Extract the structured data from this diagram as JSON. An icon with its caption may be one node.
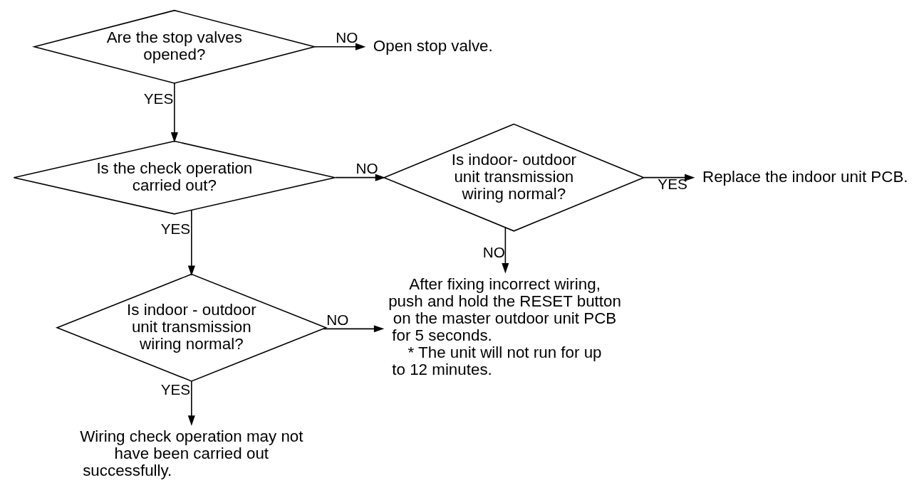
{
  "diagram": {
    "nodes": [
      {
        "text": [
          "Are the stop valves opened?"
        ]
      },
      {
        "text": [
          "Open stop valve."
        ]
      },
      {
        "text": [
          "Is the check operation carried out?"
        ]
      },
      {
        "text": [
          "Is indoor- outdoor unit transmission wiring normal?"
        ]
      },
      {
        "text": [
          "Replace the indoor unit PCB."
        ]
      },
      {
        "text": [
          "Is indoor - outdoor unit transmission wiring normal?"
        ]
      },
      {
        "text": [
          "After fixing incorrect wiring, push and hold the RESET button on the master outdoor unit PCB for 5 seconds.",
          "* The unit will not run for up to 12 minutes."
        ]
      },
      {
        "text": [
          "Wiring check operation may not have been carried out successfully."
        ]
      }
    ],
    "edges": [
      {
        "from": 0,
        "to": 1,
        "arrow": "to",
        "label": "NO"
      },
      {
        "from": 0,
        "to": 2,
        "arrow": "to",
        "label": "YES"
      },
      {
        "from": 2,
        "to": 3,
        "arrow": "to",
        "label": "NO"
      },
      {
        "from": 2,
        "to": 5,
        "arrow": "to",
        "label": "YES"
      },
      {
        "from": 3,
        "to": 4,
        "arrow": "to",
        "label": "YES"
      },
      {
        "from": 3,
        "to": 6,
        "arrow": "to",
        "label": "NO"
      },
      {
        "from": 5,
        "to": 6,
        "arrow": "to",
        "label": "NO"
      },
      {
        "from": 5,
        "to": 7,
        "arrow": "to",
        "label": "YES"
      }
    ]
  }
}
